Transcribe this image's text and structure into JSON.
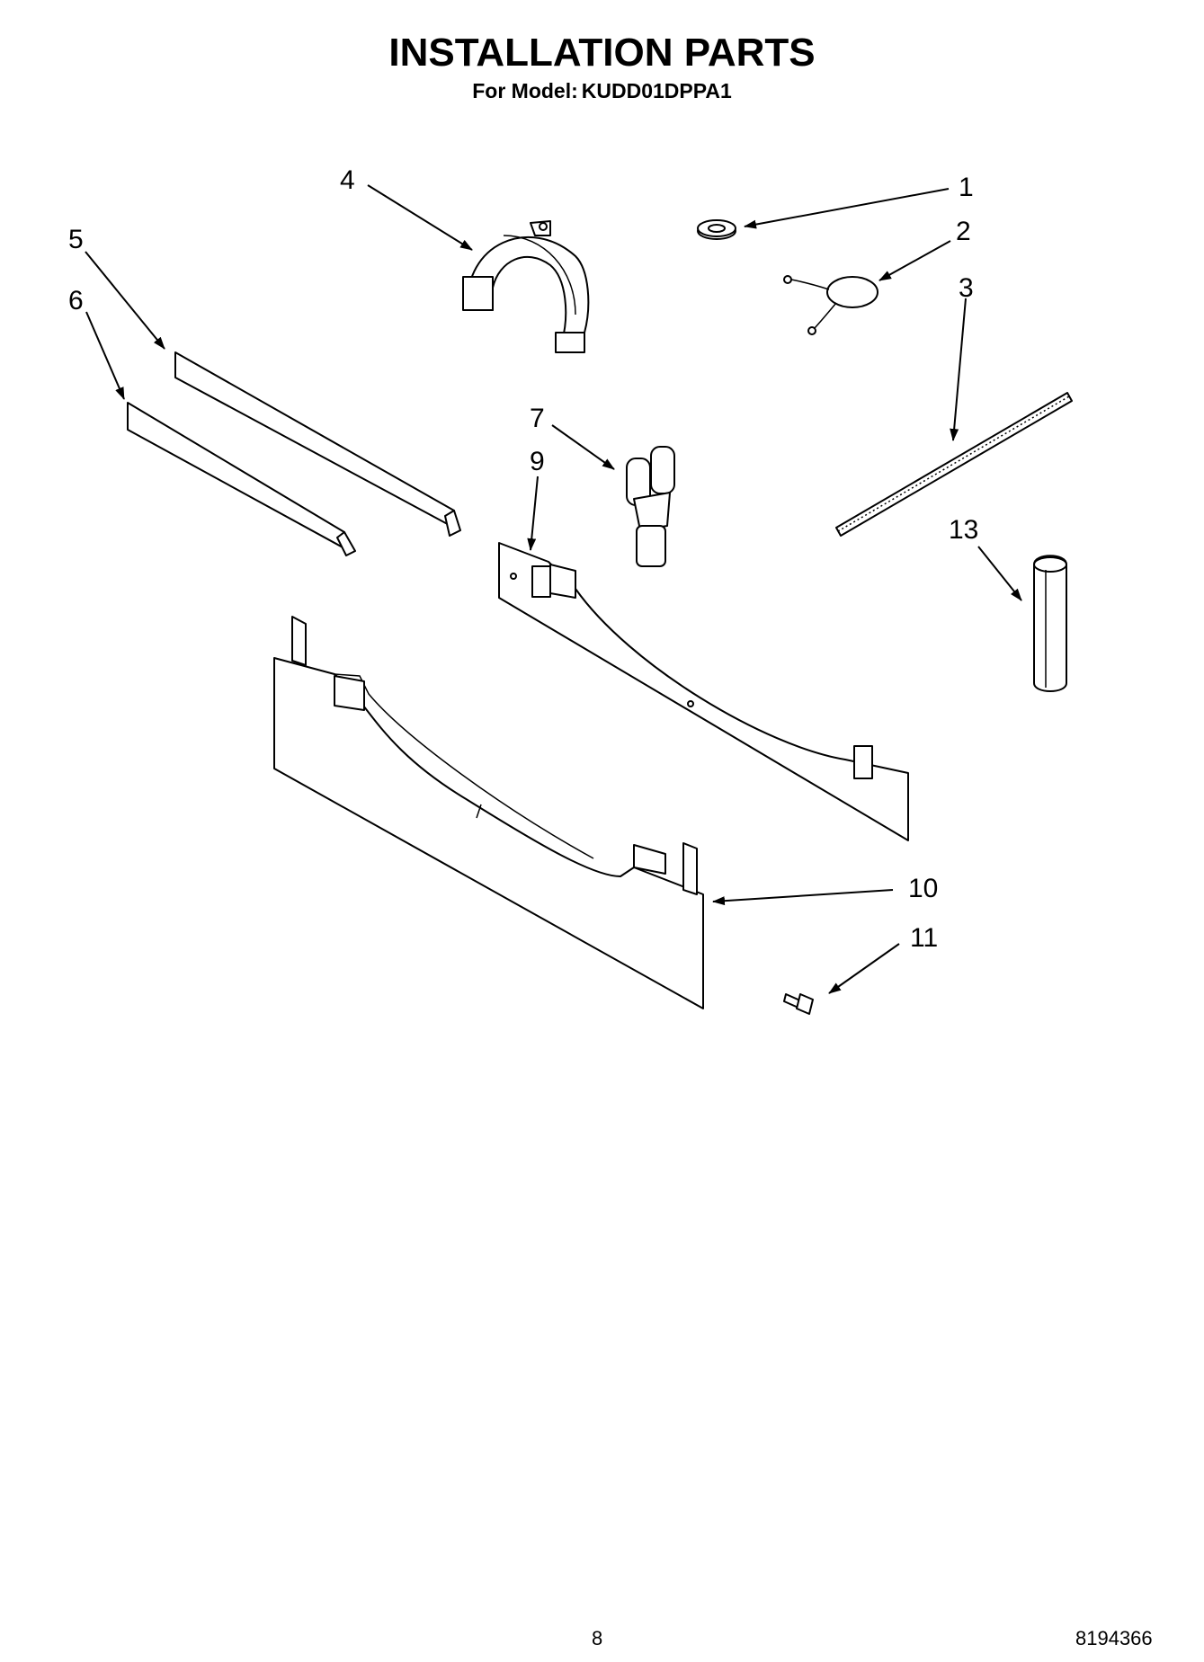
{
  "header": {
    "title": "INSTALLATION PARTS",
    "model_label": "For Model:",
    "model_number": "KUDD01DPPA1"
  },
  "callouts": {
    "p1": "1",
    "p2": "2",
    "p3": "3",
    "p4": "4",
    "p5": "5",
    "p6": "6",
    "p7": "7",
    "p9": "9",
    "p10": "10",
    "p11": "11",
    "p13": "13"
  },
  "footer": {
    "page_number": "8",
    "document_number": "8194366"
  }
}
